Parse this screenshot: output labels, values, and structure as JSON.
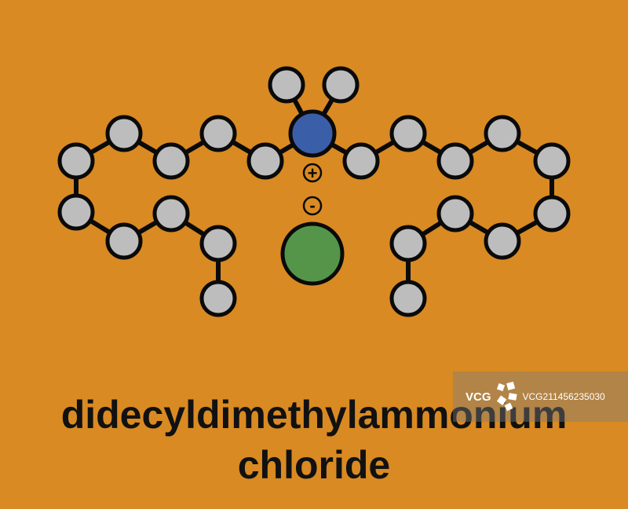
{
  "molecule": {
    "atom_colors": {
      "carbon": "#BDBDBD",
      "nitrogen": "#3A5FA8",
      "chloride": "#55954A",
      "outline": "#0A0A0A",
      "bond": "#0A0A0A"
    },
    "charges": {
      "positive": "+",
      "negative": "-"
    }
  },
  "title": {
    "line1": "didecyldimethylammonium",
    "line2": "chloride",
    "color": "#111111"
  },
  "background_color": "#D98A22",
  "watermark": {
    "logo_text": "VCG",
    "id_text": "VCG211456235030"
  }
}
